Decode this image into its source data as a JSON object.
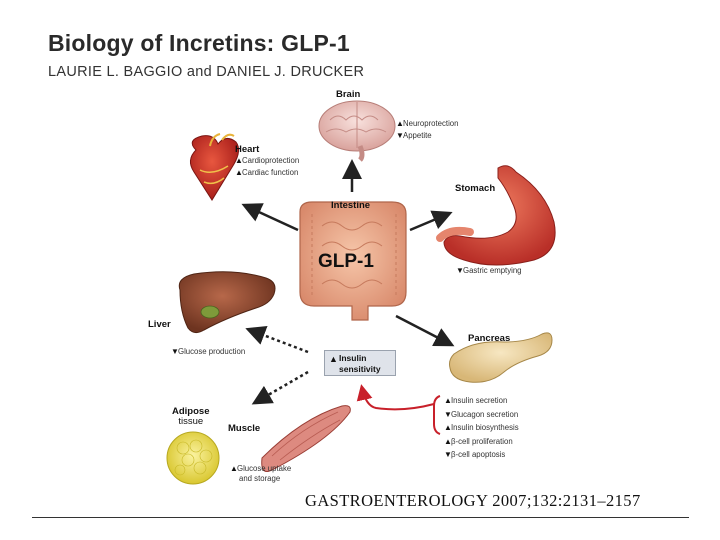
{
  "title": "Biology of Incretins: GLP-1",
  "authors": "LAURIE L. BAGGIO and DANIEL J. DRUCKER",
  "center": {
    "organ": "Intestine",
    "hormone": "GLP-1"
  },
  "organs": {
    "brain": {
      "label": "Brain",
      "effects": [
        {
          "dir": "up",
          "text": "Neuroprotection"
        },
        {
          "dir": "down",
          "text": "Appetite"
        }
      ]
    },
    "heart": {
      "label": "Heart",
      "effects": [
        {
          "dir": "up",
          "text": "Cardioprotection"
        },
        {
          "dir": "up",
          "text": "Cardiac function"
        }
      ]
    },
    "stomach": {
      "label": "Stomach",
      "effects": [
        {
          "dir": "down",
          "text": "Gastric emptying"
        }
      ]
    },
    "liver": {
      "label": "Liver",
      "effects": [
        {
          "dir": "down",
          "text": "Glucose production"
        }
      ]
    },
    "pancreas": {
      "label": "Pancreas",
      "effects": [
        {
          "dir": "up",
          "text": "Insulin secretion"
        },
        {
          "dir": "down",
          "text": "Glucagon secretion"
        },
        {
          "dir": "up",
          "text": "Insulin biosynthesis"
        },
        {
          "dir": "up",
          "text": "β-cell proliferation"
        },
        {
          "dir": "down",
          "text": "β-cell apoptosis"
        }
      ]
    },
    "adipose": {
      "label_line1": "Adipose",
      "label_line2": "tissue"
    },
    "muscle": {
      "label": "Muscle",
      "effects": [
        {
          "dir": "up",
          "text": "Glucose uptake"
        }
      ],
      "effect_cont": "and storage"
    }
  },
  "insulin_box": {
    "line1": "Insulin",
    "line2": "sensitivity"
  },
  "citation": "GASTROENTEROLOGY 2007;132:2131–2157",
  "colors": {
    "heart": "#c8312a",
    "stomach": "#d9443a",
    "liver": "#8a4a2c",
    "brain": "#f0c9c4",
    "intestine": "#e9a98a",
    "pancreas": "#ecd5a3",
    "adipose": "#f2e45a",
    "red_arrow": "#c8202a"
  }
}
